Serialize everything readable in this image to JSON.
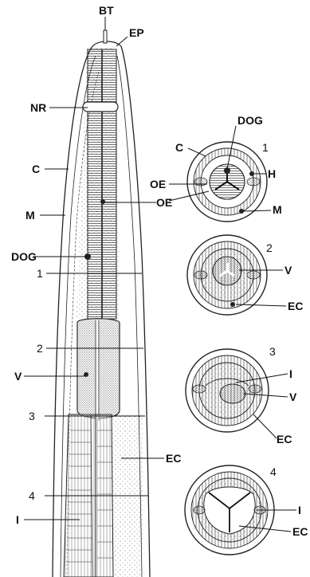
{
  "labels": {
    "bt": "BT",
    "ep": "EP",
    "nr": "NR",
    "c": "C",
    "m": "M",
    "dog": "DOG",
    "oe": "OE",
    "v": "V",
    "ec": "EC",
    "i": "I",
    "h": "H"
  },
  "sections": [
    "1",
    "2",
    "3",
    "4"
  ]
}
